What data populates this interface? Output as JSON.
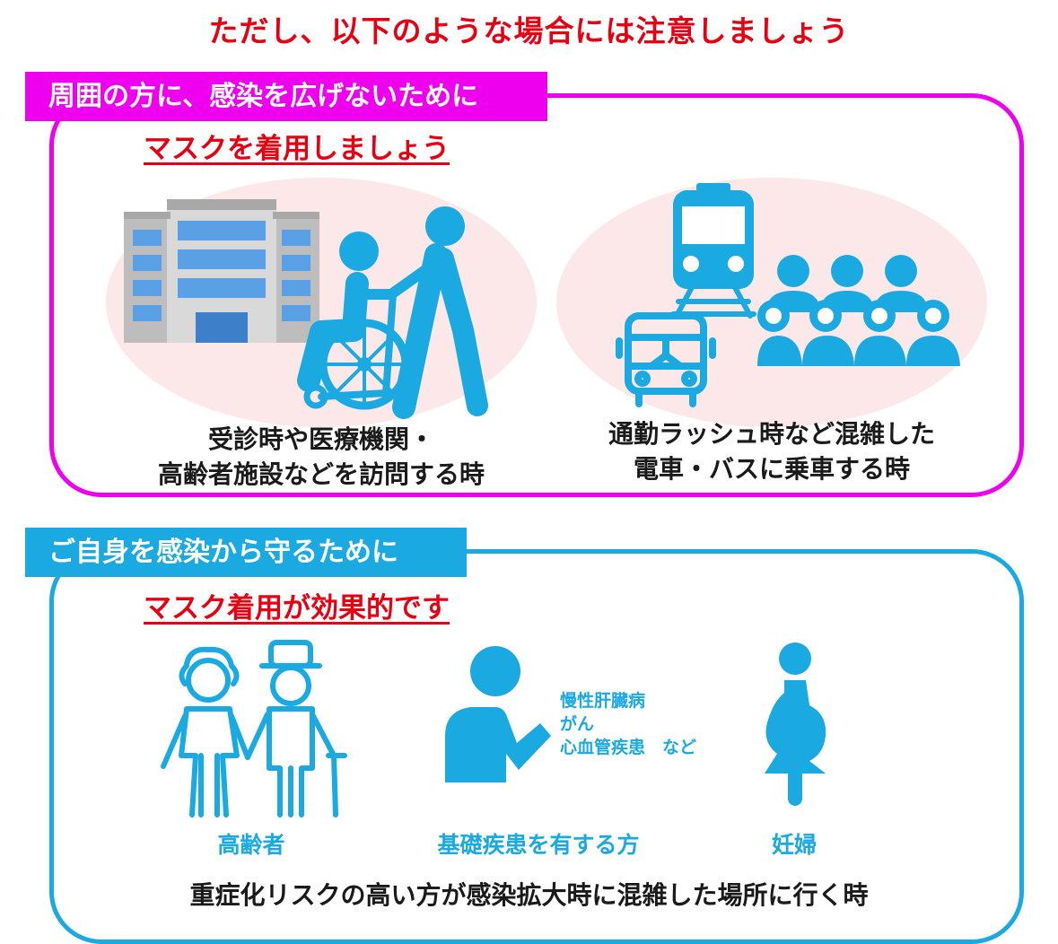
{
  "headline": "ただし、以下のような場合には注意しましょう",
  "section1": {
    "label": "周囲の方に、感染を広げないために",
    "subtitle": "マスクを着用しましょう",
    "scene1_caption_line1": "受診時や医療機関・",
    "scene1_caption_line2": "高齢者施設などを訪問する時",
    "scene2_caption_line1": "通勤ラッシュ時など混雑した",
    "scene2_caption_line2": "電車・バスに乗車する時"
  },
  "section2": {
    "label": "ご自身を感染から守るために",
    "subtitle": "マスク着用が効果的です",
    "elderly_label": "高齢者",
    "disease_label": "基礎疾患を有する方",
    "disease_examples": [
      "慢性肝臓病",
      "がん",
      "心血管疾患　など"
    ],
    "pregnant_label": "妊婦",
    "bottom_text": "重症化リスクの高い方が感染拡大時に混雑した場所に行く時"
  },
  "colors": {
    "red": "#e60012",
    "magenta": "#ee00ee",
    "blue": "#1aa9e1",
    "blob": "#fce8e8"
  },
  "icons": [
    "hospital-building-icon",
    "wheelchair-assist-icon",
    "train-icon",
    "bus-icon",
    "crowd-icon",
    "elderly-couple-icon",
    "patient-icon",
    "pregnant-woman-icon"
  ]
}
